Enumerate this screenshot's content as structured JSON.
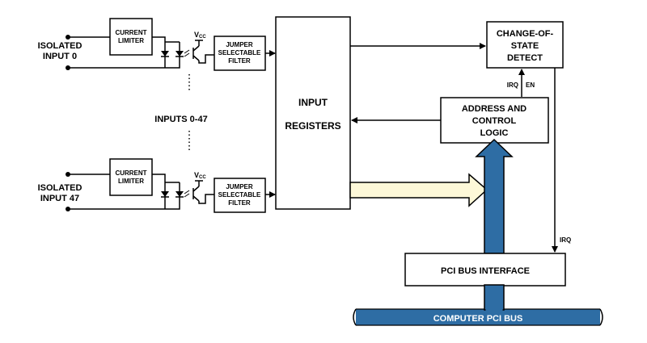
{
  "inputs": {
    "top": {
      "label_line1": "ISOLATED",
      "label_line2": "INPUT 0"
    },
    "bottom": {
      "label_line1": "ISOLATED",
      "label_line2": "INPUT 47"
    },
    "range_label": "INPUTS 0-47"
  },
  "blocks": {
    "current_limiter": {
      "line1": "CURRENT",
      "line2": "LIMITER"
    },
    "jumper_filter": {
      "line1": "JUMPER",
      "line2": "SELECTABLE",
      "line3": "FILTER"
    },
    "vcc": {
      "main": "V",
      "sub": "CC"
    },
    "input_registers": {
      "line1": "INPUT",
      "line2": "REGISTERS"
    },
    "change_of_state": {
      "line1": "CHANGE-OF-",
      "line2": "STATE",
      "line3": "DETECT"
    },
    "address_control": {
      "line1": "ADDRESS AND",
      "line2": "CONTROL",
      "line3": "LOGIC"
    },
    "pci_interface": {
      "label": "PCI BUS INTERFACE"
    }
  },
  "signals": {
    "irq": "IRQ",
    "irq_en_a": "IRQ",
    "irq_en_b": "EN"
  },
  "bus": {
    "label": "COMPUTER PCI BUS",
    "color": "#2e6da4",
    "data_arrow_fill": "#fdf8d8"
  }
}
